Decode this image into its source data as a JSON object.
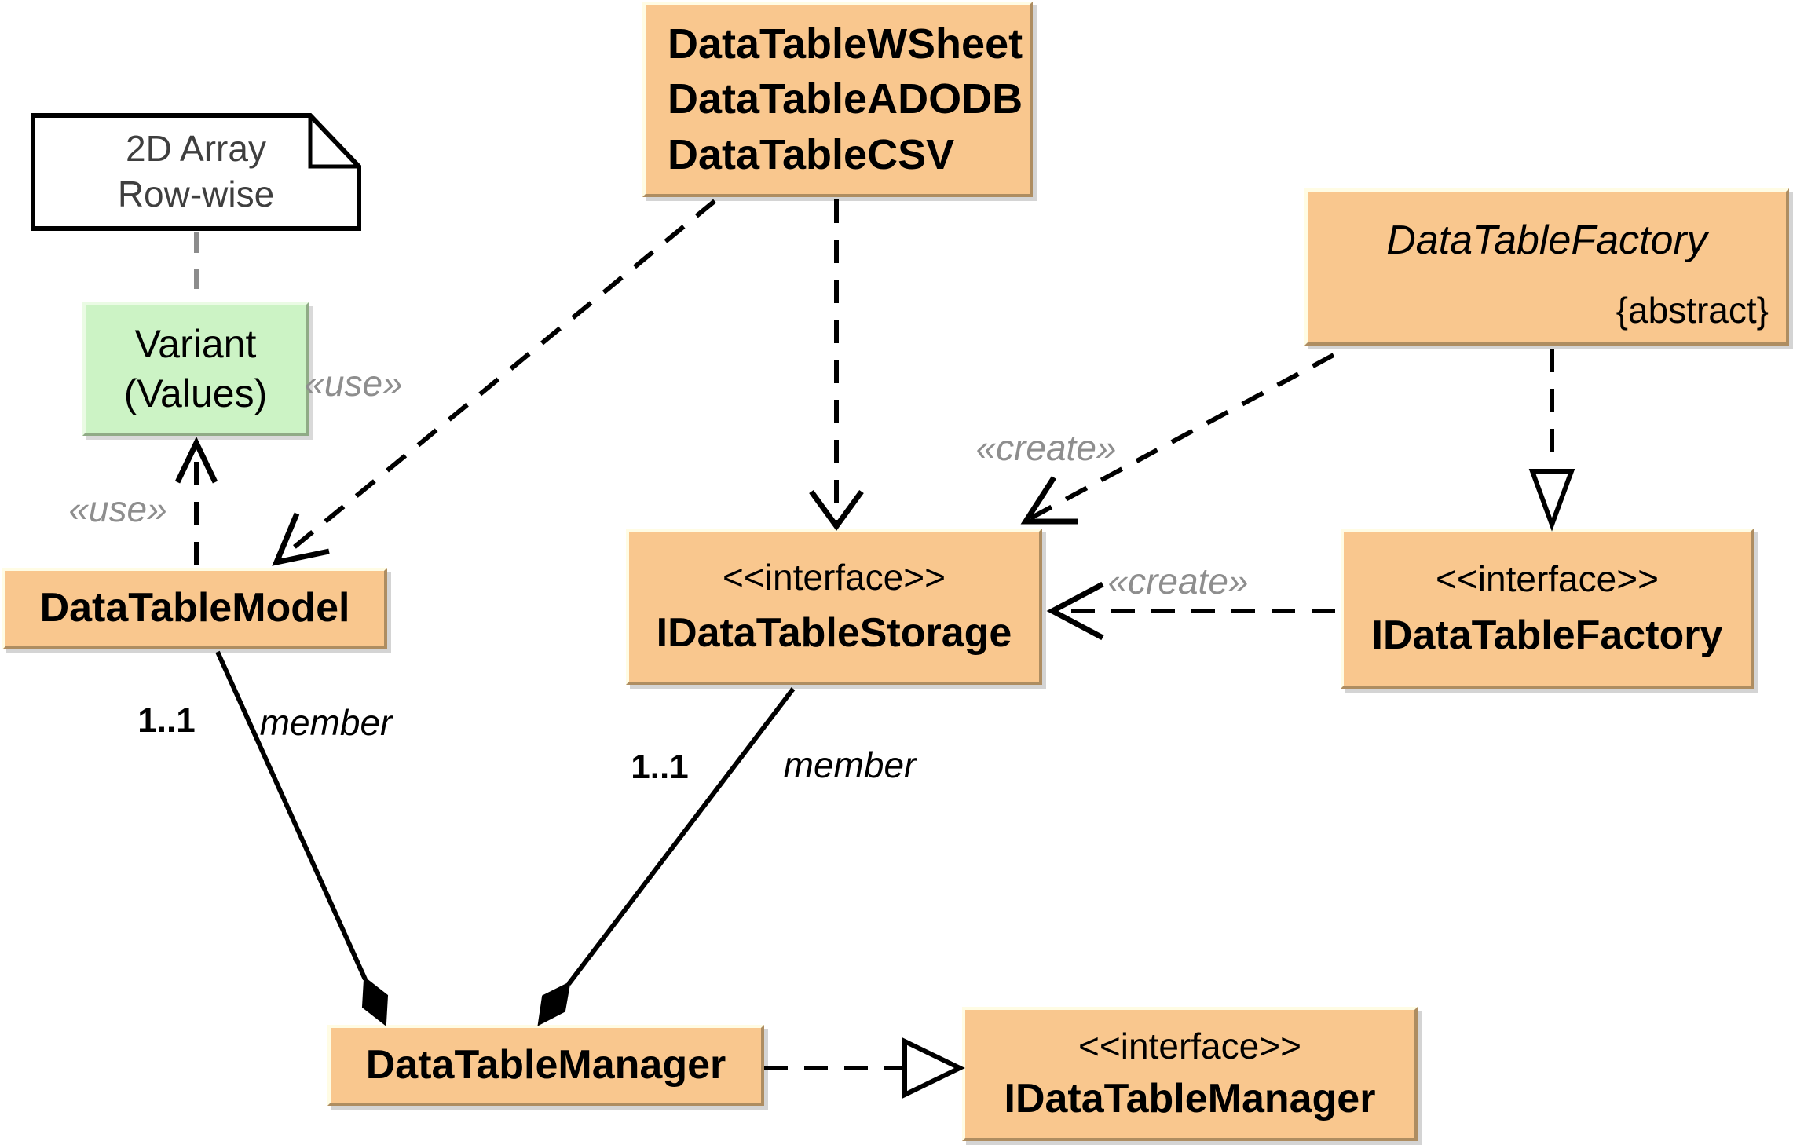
{
  "diagram_type": "uml-class-diagram",
  "colors": {
    "class_fill": "#f9c78e",
    "class_border_dark": "#ae8d61",
    "class_border_light": "#fffce4",
    "variant_fill": "#ccf3c5",
    "note_fill": "#ffffff",
    "note_text": "#3f3f3f",
    "dependency_label_gray": "#8e8e8e",
    "line_black": "#000000",
    "note_line_gray": "#8c8c8c"
  },
  "note": {
    "line1": "2D Array",
    "line2": "Row-wise"
  },
  "boxes": {
    "variant": {
      "line1": "Variant",
      "line2": "(Values)"
    },
    "implementations": {
      "line1": "DataTableWSheet",
      "line2": "DataTableADODB",
      "line3": "DataTableCSV"
    },
    "factory": {
      "title": "DataTableFactory",
      "constraint": "{abstract}"
    },
    "model": {
      "title": "DataTableModel"
    },
    "storage": {
      "stereotype": "<<interface>>",
      "title": "IDataTableStorage"
    },
    "ifactory": {
      "stereotype": "<<interface>>",
      "title": "IDataTableFactory"
    },
    "manager": {
      "title": "DataTableManager"
    },
    "imanager": {
      "stereotype": "<<interface>>",
      "title": "IDataTableManager"
    }
  },
  "labels": {
    "use_model_variant": "«use»",
    "use_impl_model": "«use»",
    "create_factory_storage": "«create»",
    "create_ifactory_storage": "«create»",
    "mult_model": "1..1",
    "role_model": "member",
    "mult_storage": "1..1",
    "role_storage": "member"
  }
}
